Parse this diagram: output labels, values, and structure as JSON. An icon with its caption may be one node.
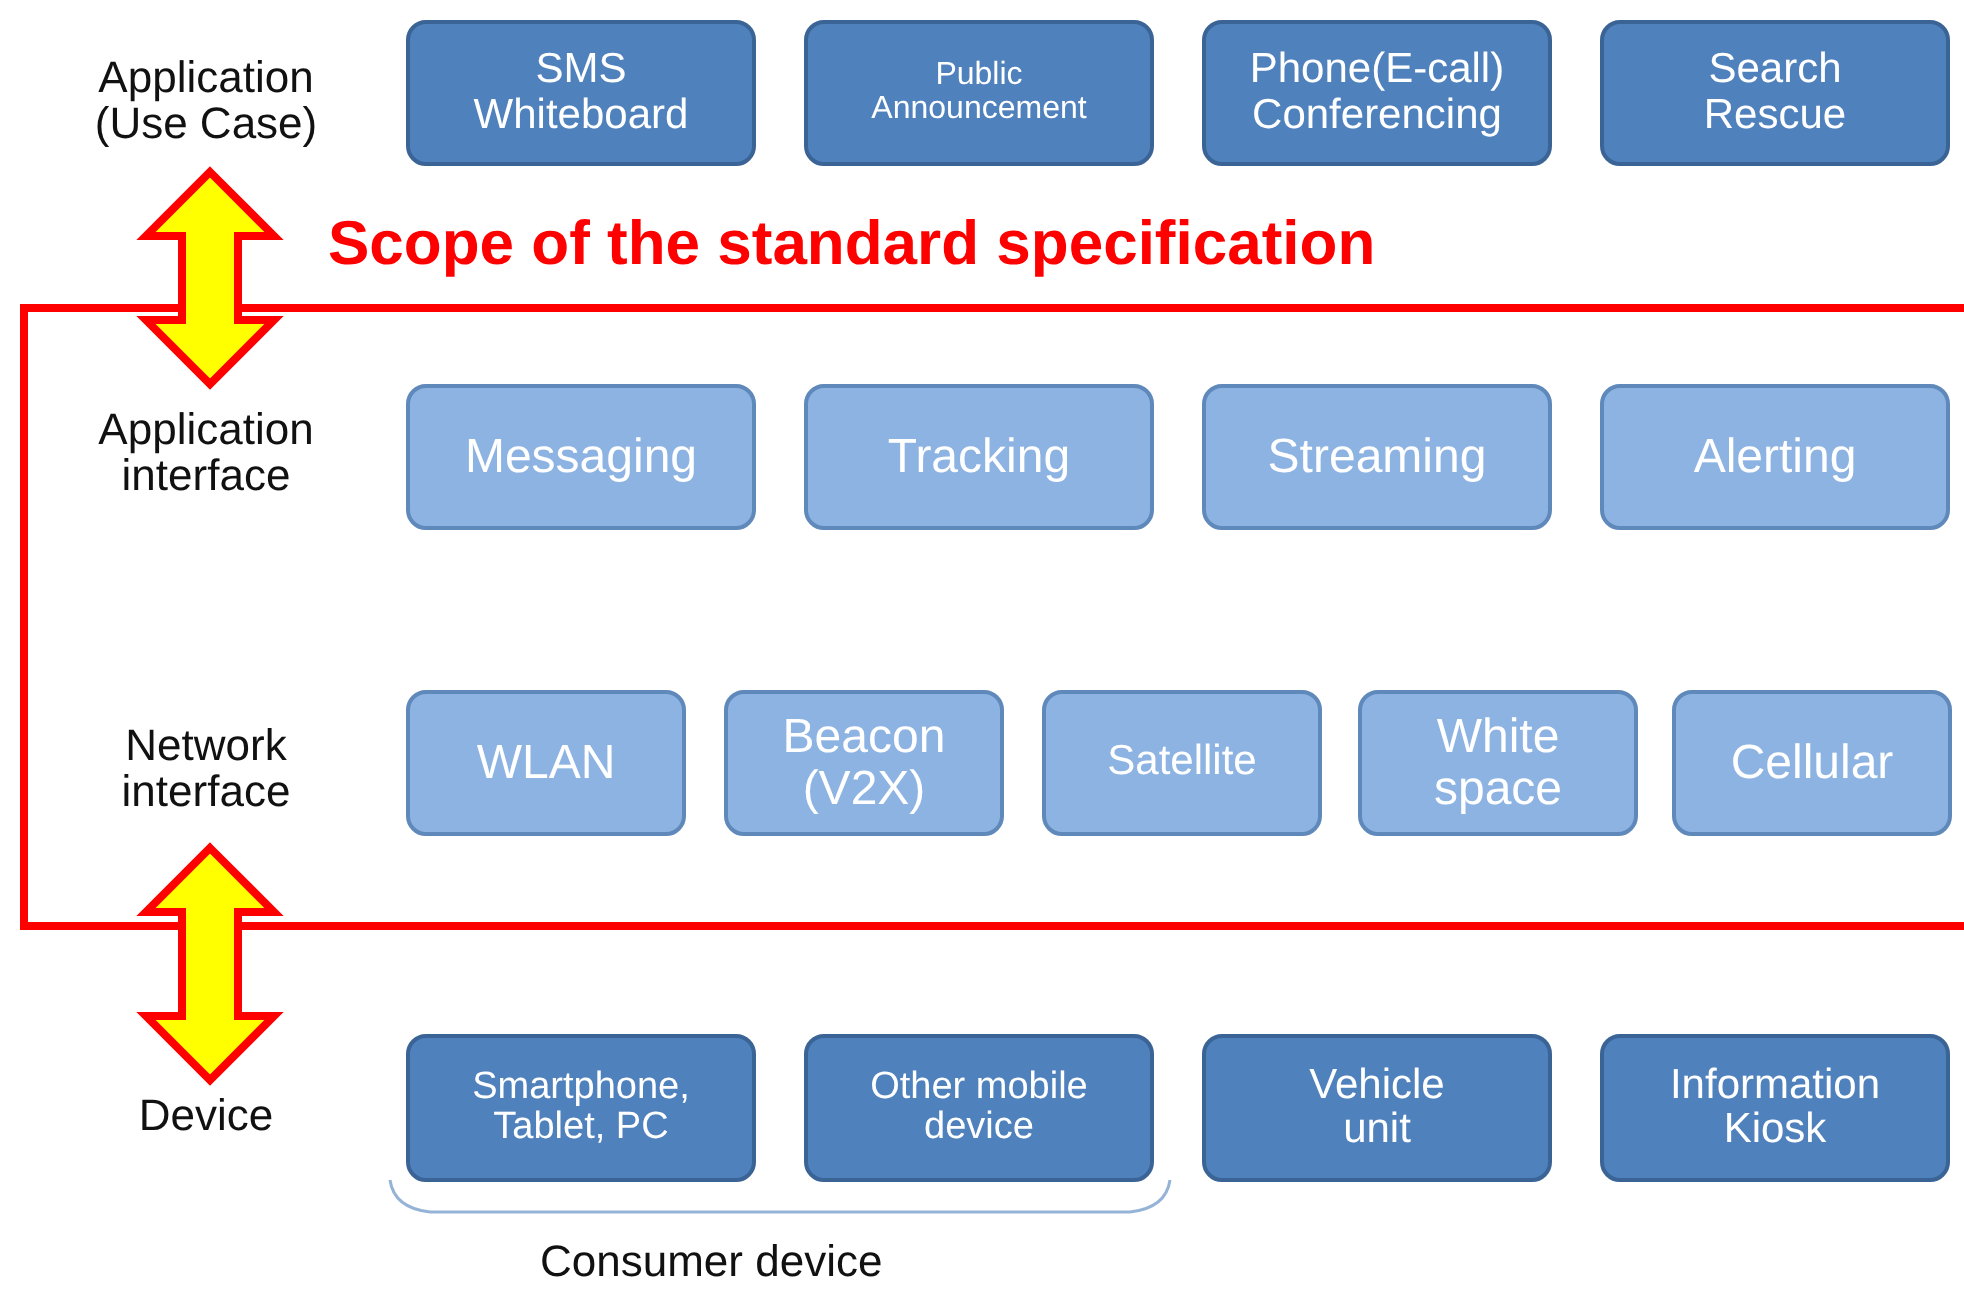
{
  "diagram": {
    "nodes": [
      {
        "text": [
          "Application (Use Case)"
        ]
      },
      {
        "text": [
          "SMS Whiteboard"
        ]
      },
      {
        "text": [
          "Public Announcement"
        ]
      },
      {
        "text": [
          "Phone(E-call) Conferencing"
        ]
      },
      {
        "text": [
          "Search Rescue"
        ]
      },
      {
        "text": [
          "Scope of the standard specification"
        ]
      },
      {
        "text": [
          "Application interface"
        ],
        "in": 5
      },
      {
        "text": [
          "Messaging"
        ],
        "in": 5
      },
      {
        "text": [
          "Tracking"
        ],
        "in": 5
      },
      {
        "text": [
          "Streaming"
        ],
        "in": 5
      },
      {
        "text": [
          "Alerting"
        ],
        "in": 5
      },
      {
        "text": [
          "Network interface"
        ],
        "in": 5
      },
      {
        "text": [
          "WLAN"
        ],
        "in": 5
      },
      {
        "text": [
          "Beacon (V2X)"
        ],
        "in": 5
      },
      {
        "text": [
          "Satellite"
        ],
        "in": 5
      },
      {
        "text": [
          "White space"
        ],
        "in": 5
      },
      {
        "text": [
          "Cellular"
        ],
        "in": 5
      },
      {
        "text": [
          "Device"
        ]
      },
      {
        "text": [
          "Smartphone, Tablet, PC"
        ]
      },
      {
        "text": [
          "Other mobile device"
        ]
      },
      {
        "text": [
          "Vehicle unit"
        ]
      },
      {
        "text": [
          "Information Kiosk"
        ]
      }
    ],
    "edges": [
      {
        "from": 0,
        "to": 6,
        "arrow": "both",
        "style": "thick",
        "color": "#ffff00"
      },
      {
        "from": 11,
        "to": 17,
        "arrow": "both",
        "style": "thick",
        "color": "#ffff00"
      }
    ],
    "labels": [
      "Consumer device"
    ]
  }
}
